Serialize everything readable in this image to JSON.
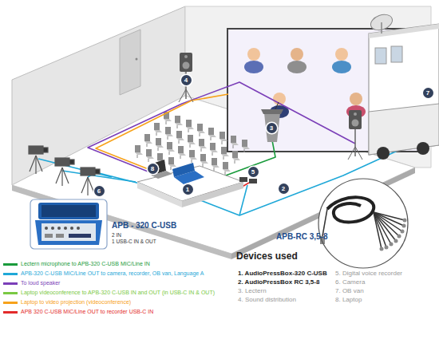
{
  "diagram": {
    "nodes": [
      {
        "text": [
          "APB - 320 C-USB",
          "2 IN",
          "1 USB-C IN & OUT"
        ]
      },
      {
        "text": [
          "APB-RC 3,5-8"
        ]
      }
    ],
    "labels": [
      "8",
      "1",
      "6",
      "4",
      "3",
      "5",
      "2",
      "7",
      "Devices used",
      "1. AudioPressBox-320 C-USB",
      "2. AudioPressBox RC 3,5-8",
      "3. Lectern",
      "4. Sound distribution",
      "5. Digital voice recorder",
      "6. Camera",
      "7. OB van",
      "8. Laptop"
    ],
    "legend": [
      {
        "text": "Lectern microphone to APB-320 C-USB MIC/Line IN",
        "color": "#1a9b3c"
      },
      {
        "text": "APB-320 C-USB MIC/Line OUT to camera, recorder, OB van, Language A",
        "color": "#1fa8d8"
      },
      {
        "text": "To loud speaker",
        "color": "#7b3fb8"
      },
      {
        "text": "Laptop videoconference to APB-320 C-USB IN and OUT (in USB-C IN & OUT)",
        "color": "#7ac943"
      },
      {
        "text": "Laptop to video projection (videoconference)",
        "color": "#f7a21b"
      },
      {
        "text": "APB 320 C-USB MIC/Line OUT to recorder USB-C IN",
        "color": "#e32b2b"
      }
    ]
  }
}
